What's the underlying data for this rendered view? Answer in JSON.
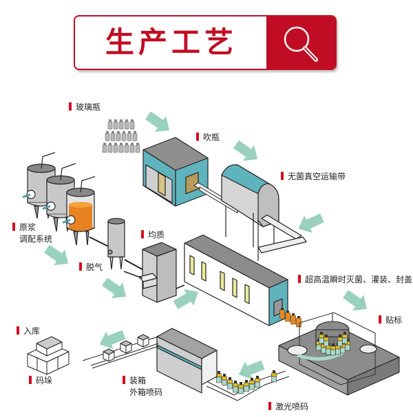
{
  "header": {
    "title": "生产工艺",
    "search_icon": "magnifier-icon",
    "colors": {
      "brand_red": "#c00d23",
      "arrow_green": "#9ad1bd",
      "teal": "#5fb3bd",
      "juice_orange": "#e98222",
      "machine_gray": "#8c8c8c"
    }
  },
  "steps": [
    {
      "id": "glass-bottle",
      "label": "玻璃瓶"
    },
    {
      "id": "blow-bottle",
      "label": "吹瓶"
    },
    {
      "id": "sterile-vacuum-conveyor",
      "label": "无菌真空运输带"
    },
    {
      "id": "juice-blending",
      "label": "原浆",
      "label2": "调配系统"
    },
    {
      "id": "homogenize",
      "label": "均质"
    },
    {
      "id": "degas",
      "label": "脱气"
    },
    {
      "id": "uht-fill-cap",
      "label": "超高温瞬时灭菌、灌装、封盖"
    },
    {
      "id": "labeling",
      "label": "贴标"
    },
    {
      "id": "warehouse",
      "label": "入库"
    },
    {
      "id": "palletize",
      "label": "码垛"
    },
    {
      "id": "boxing",
      "label": "装箱",
      "label2": "外箱喷码"
    },
    {
      "id": "laser-code",
      "label": "激光喷码"
    }
  ]
}
